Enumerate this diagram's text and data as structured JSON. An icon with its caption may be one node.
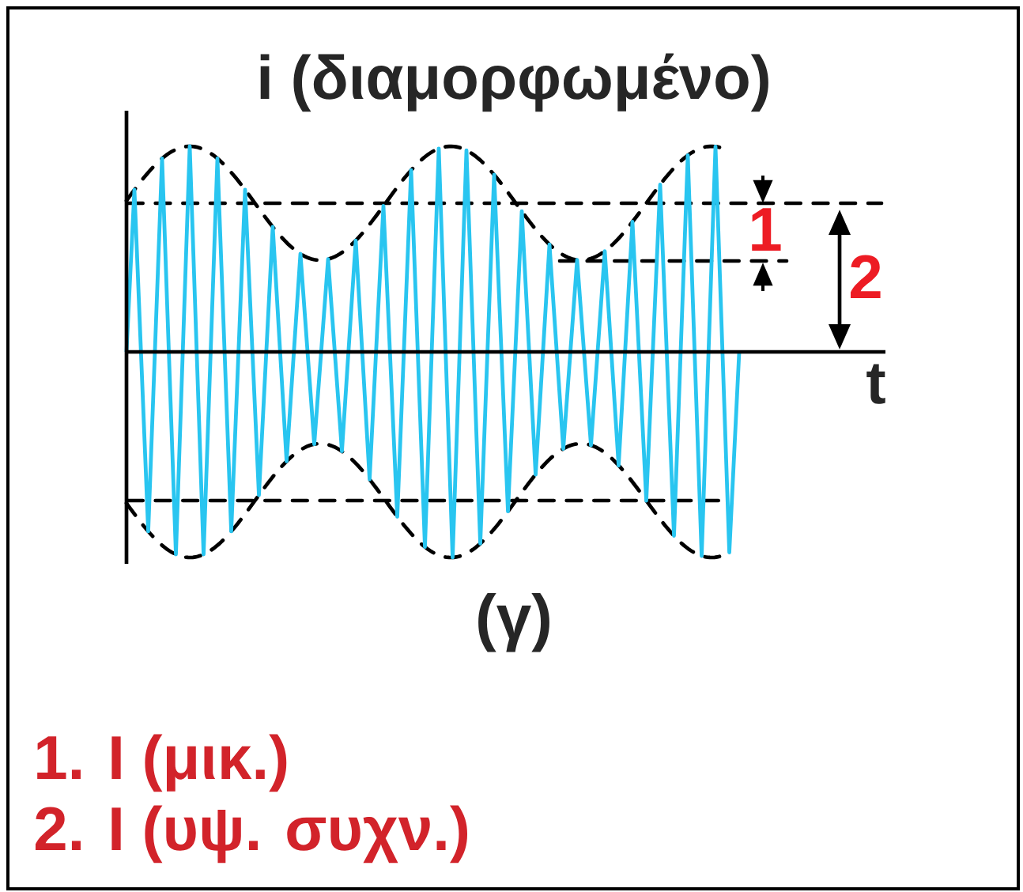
{
  "diagram": {
    "title": "i (διαμορφωμένο)",
    "labels": [
      "1",
      "2",
      "t",
      "(γ)",
      "1. I (μικ.)",
      "2. I (υψ. συχν.)"
    ]
  }
}
